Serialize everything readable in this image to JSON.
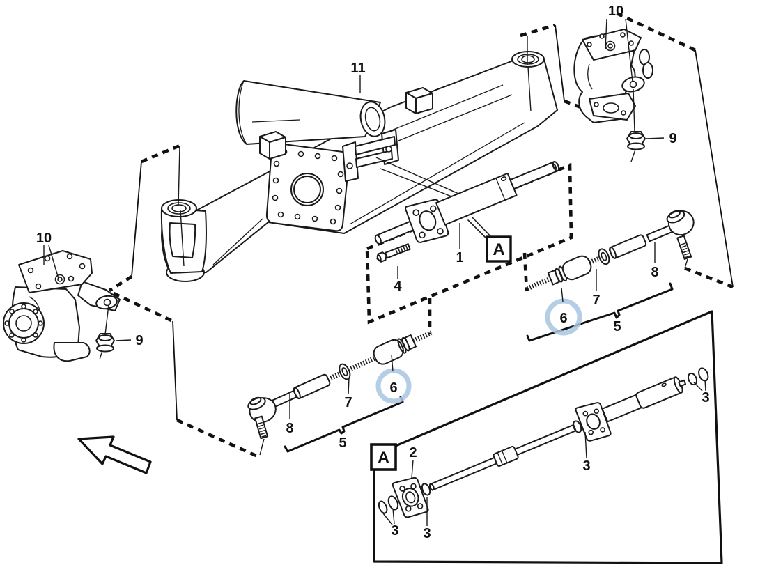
{
  "diagram": {
    "type": "exploded-parts-diagram",
    "subject": "front-axle-steering-assembly",
    "colors": {
      "line": "#1a1a1a",
      "background": "#ffffff",
      "highlight_circle": "#a9c6e0"
    },
    "callouts": {
      "axle_housing": "11",
      "knuckle_right": "10",
      "nut_right": "9",
      "knuckle_left": "10",
      "nut_left": "9",
      "steering_cylinder": "1",
      "bolt": "4",
      "ball_joint_left": "6",
      "washer_left": "7",
      "tie_rod_end_left": "8",
      "tie_rod_group_left": "5",
      "ball_joint_right": "6",
      "washer_right": "7",
      "tie_rod_end_right": "8",
      "tie_rod_group_right": "5",
      "piston_flange": "2",
      "seal_a": "3",
      "seal_b": "3",
      "seal_c": "3",
      "seal_d": "3",
      "detail_marker": "A",
      "detail_box_marker": "A"
    }
  }
}
